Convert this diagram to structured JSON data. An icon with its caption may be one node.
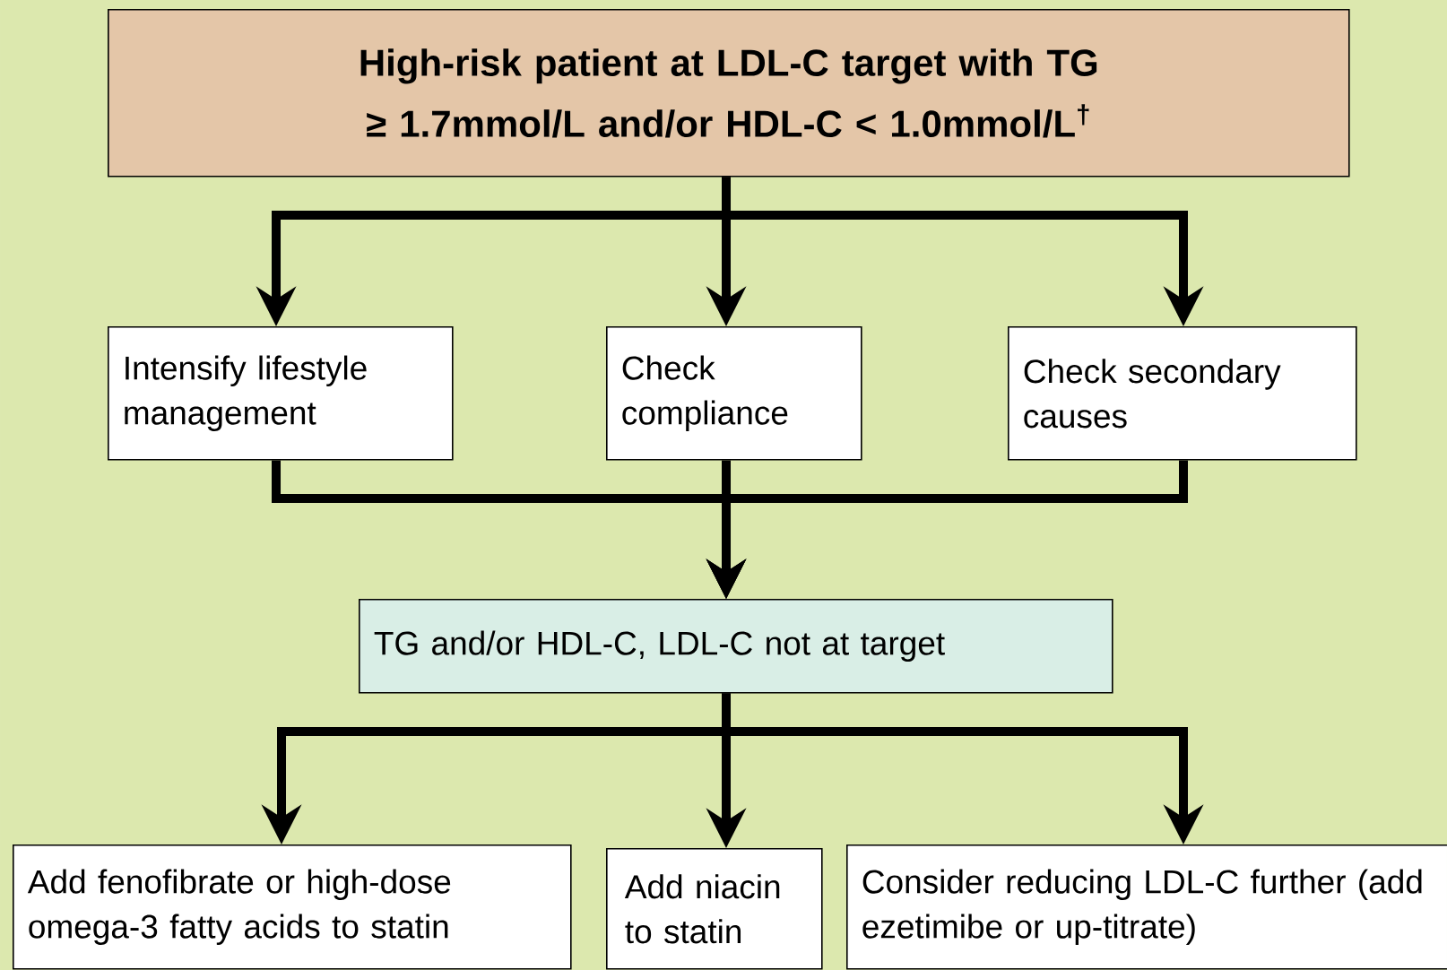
{
  "diagram": {
    "nodes": [
      {
        "text": [
          "High-risk patient at LDL-C target with TG ≥ 1.7mmol/L and/or HDL-C < 1.0mmol/L$^{†}$"
        ]
      },
      {
        "text": [
          "Intensify lifestyle management"
        ]
      },
      {
        "text": [
          "Check compliance"
        ]
      },
      {
        "text": [
          "Check secondary causes"
        ]
      },
      {
        "text": [
          "TG and/or HDL-C, LDL-C not at target"
        ]
      },
      {
        "text": [
          "Add fenofibrate or high-dose omega-3 fatty acids to statin"
        ]
      },
      {
        "text": [
          "Add niacin to statin"
        ]
      },
      {
        "text": [
          "Consider reducing LDL-C further (add ezetimibe or up-titrate)"
        ]
      }
    ],
    "edges": [
      {
        "from": 0,
        "to": 1,
        "arrow": "to"
      },
      {
        "from": 0,
        "to": 2,
        "arrow": "to"
      },
      {
        "from": 0,
        "to": 3,
        "arrow": "to"
      },
      {
        "from": 1,
        "to": 4,
        "arrow": "to"
      },
      {
        "from": 2,
        "to": 4,
        "arrow": "to"
      },
      {
        "from": 3,
        "to": 4,
        "arrow": "to"
      },
      {
        "from": 4,
        "to": 5,
        "arrow": "to"
      },
      {
        "from": 4,
        "to": 6,
        "arrow": "to"
      },
      {
        "from": 4,
        "to": 7,
        "arrow": "to"
      }
    ]
  }
}
